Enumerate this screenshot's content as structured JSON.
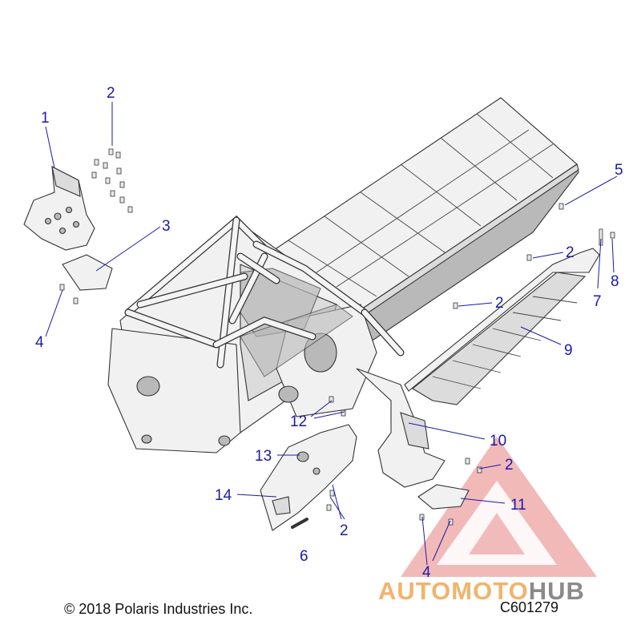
{
  "copyright": "© 2018 Polaris Industries Inc.",
  "figure_code": "C601279",
  "watermark": {
    "brand_part1": "AUTOMOTO",
    "brand_part2": "HUB",
    "color_part1": "#f2b36b",
    "color_part2": "#8a8a8a",
    "triangle_color": "#e46a6a"
  },
  "callouts": [
    {
      "id": "c1",
      "label": "1"
    },
    {
      "id": "c2a",
      "label": "2"
    },
    {
      "id": "c3",
      "label": "3"
    },
    {
      "id": "c4a",
      "label": "4"
    },
    {
      "id": "c5",
      "label": "5"
    },
    {
      "id": "c2b",
      "label": "2"
    },
    {
      "id": "c8",
      "label": "8"
    },
    {
      "id": "c2c",
      "label": "2"
    },
    {
      "id": "c7",
      "label": "7"
    },
    {
      "id": "c9",
      "label": "9"
    },
    {
      "id": "c12",
      "label": "12"
    },
    {
      "id": "c10",
      "label": "10"
    },
    {
      "id": "c13",
      "label": "13"
    },
    {
      "id": "c2d",
      "label": "2"
    },
    {
      "id": "c14",
      "label": "14"
    },
    {
      "id": "c11",
      "label": "11"
    },
    {
      "id": "c2e",
      "label": "2"
    },
    {
      "id": "c6",
      "label": "6"
    },
    {
      "id": "c4b",
      "label": "4"
    }
  ]
}
